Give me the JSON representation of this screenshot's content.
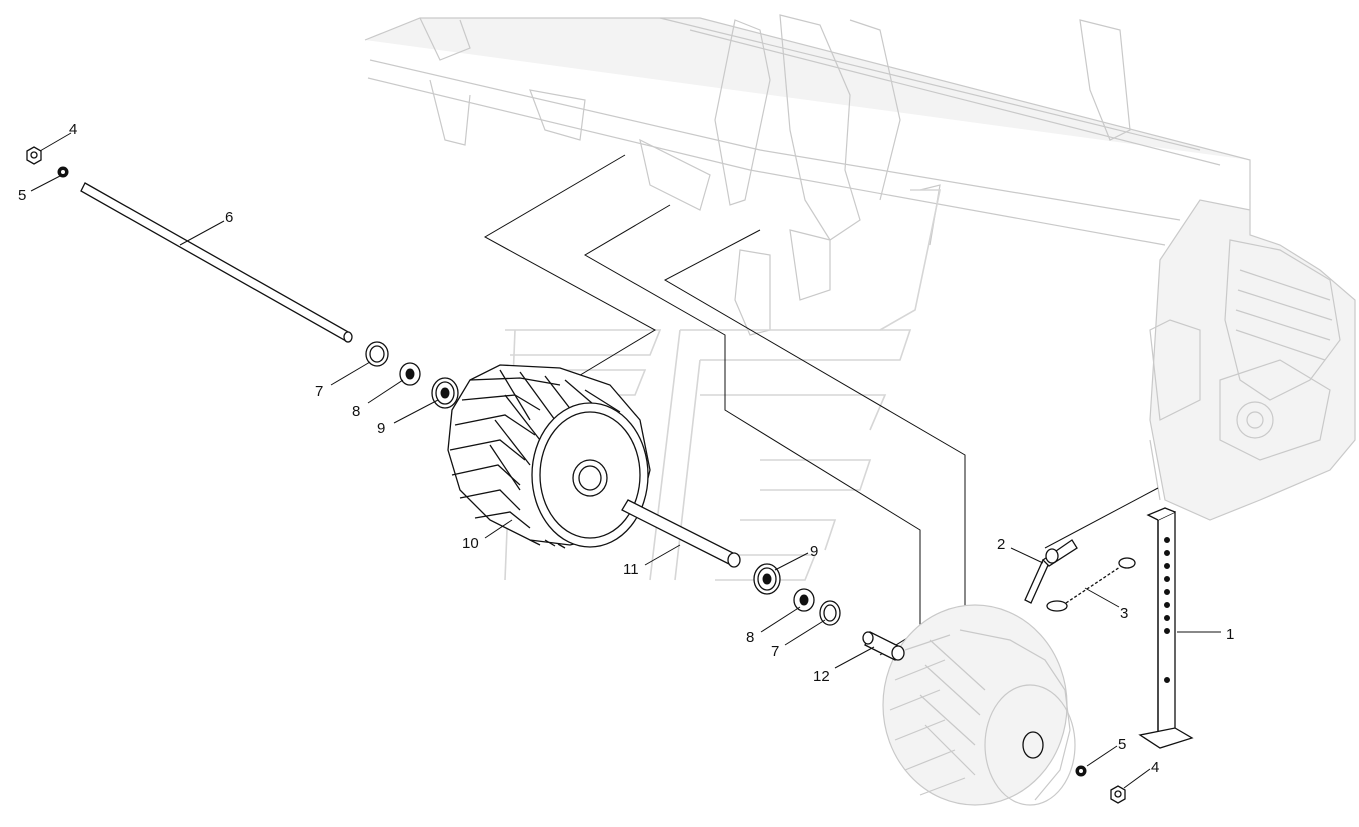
{
  "diagram": {
    "type": "exploded-parts-view",
    "callouts": [
      {
        "id": "c1",
        "label": "1"
      },
      {
        "id": "c2",
        "label": "2"
      },
      {
        "id": "c3",
        "label": "3"
      },
      {
        "id": "c4a",
        "label": "4"
      },
      {
        "id": "c4b",
        "label": "4"
      },
      {
        "id": "c5a",
        "label": "5"
      },
      {
        "id": "c5b",
        "label": "5"
      },
      {
        "id": "c6",
        "label": "6"
      },
      {
        "id": "c7a",
        "label": "7"
      },
      {
        "id": "c7b",
        "label": "7"
      },
      {
        "id": "c8a",
        "label": "8"
      },
      {
        "id": "c8b",
        "label": "8"
      },
      {
        "id": "c9a",
        "label": "9"
      },
      {
        "id": "c9b",
        "label": "9"
      },
      {
        "id": "c10",
        "label": "10"
      },
      {
        "id": "c11",
        "label": "11"
      },
      {
        "id": "c12",
        "label": "12"
      }
    ]
  },
  "colors": {
    "ink": "#111111",
    "ghost": "#c9c9c9",
    "watermark": "#d6d6d6",
    "background": "#ffffff"
  }
}
